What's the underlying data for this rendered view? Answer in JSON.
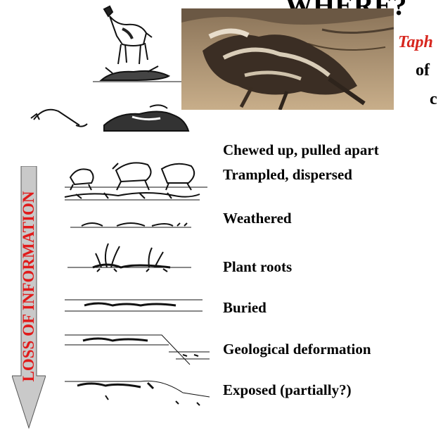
{
  "slide": {
    "title": "WHERE?",
    "subtitle": "Taph",
    "subtitle_line2": "of",
    "subtitle_line3": "c",
    "arrow_label": "LOSS OF INFORMATION",
    "arrow_fill": "#c9c9c9",
    "arrow_text_color": "#e11b1b",
    "accent": "#d7261e"
  },
  "stages": [
    {
      "label": "Chewed up, pulled apart",
      "icon": "scavenged-carcass-icon"
    },
    {
      "label": "Trampled, dispersed",
      "icon": "trampling-animals-icon"
    },
    {
      "label": "Weathered",
      "icon": "weathered-bones-icon"
    },
    {
      "label": "Plant roots",
      "icon": "plant-roots-icon"
    },
    {
      "label": "Buried",
      "icon": "buried-bones-icon"
    },
    {
      "label": "Geological deformation",
      "icon": "fault-deformation-icon"
    },
    {
      "label": "Exposed (partially?)",
      "icon": "exposed-bones-icon"
    }
  ],
  "photo": {
    "subject": "animal carcass on dry ground"
  }
}
